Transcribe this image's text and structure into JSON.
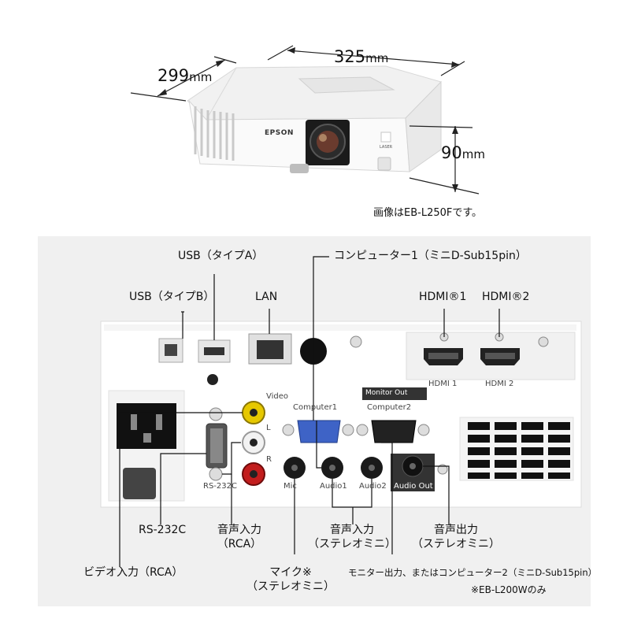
{
  "dimensions": {
    "depth_value": "299",
    "depth_unit": "mm",
    "width_value": "325",
    "width_unit": "mm",
    "height_value": "90",
    "height_unit": "mm"
  },
  "projector": {
    "brand": "EPSON",
    "laser_badge": "LASER"
  },
  "image_caption": "画像はEB-L250Fです。",
  "panel": {
    "labels": {
      "usb_a": "USB（タイプA）",
      "usb_b": "USB（タイプB）",
      "lan": "LAN",
      "computer1_top": "コンピューター1（ミニD-Sub15pin）",
      "hdmi1": "HDMI®1",
      "hdmi2": "HDMI®2",
      "rs232c": "RS-232C",
      "audio_in_rca_1": "音声入力",
      "audio_in_rca_2": "（RCA）",
      "audio_in_stereo_1": "音声入力",
      "audio_in_stereo_2": "（ステレオミニ）",
      "audio_out_1": "音声出力",
      "audio_out_2": "（ステレオミニ）",
      "video_in_rca": "ビデオ入力（RCA）",
      "mic_1": "マイク※",
      "mic_2": "（ステレオミニ）",
      "monitor_out": "モニター出力、またはコンピューター2（ミニD-Sub15pin）",
      "note": "※EB-L200Wのみ"
    },
    "printed": {
      "hdmi1": "HDMI 1",
      "hdmi2": "HDMI 2",
      "video": "Video",
      "left": "L",
      "right": "R",
      "computer1": "Computer1",
      "computer2": "Computer2",
      "monitor_out_box": "Monitor Out",
      "rs232c": "RS-232C",
      "mic": "Mic",
      "audio1": "Audio1",
      "audio2": "Audio2",
      "audio_out": "Audio Out"
    }
  }
}
